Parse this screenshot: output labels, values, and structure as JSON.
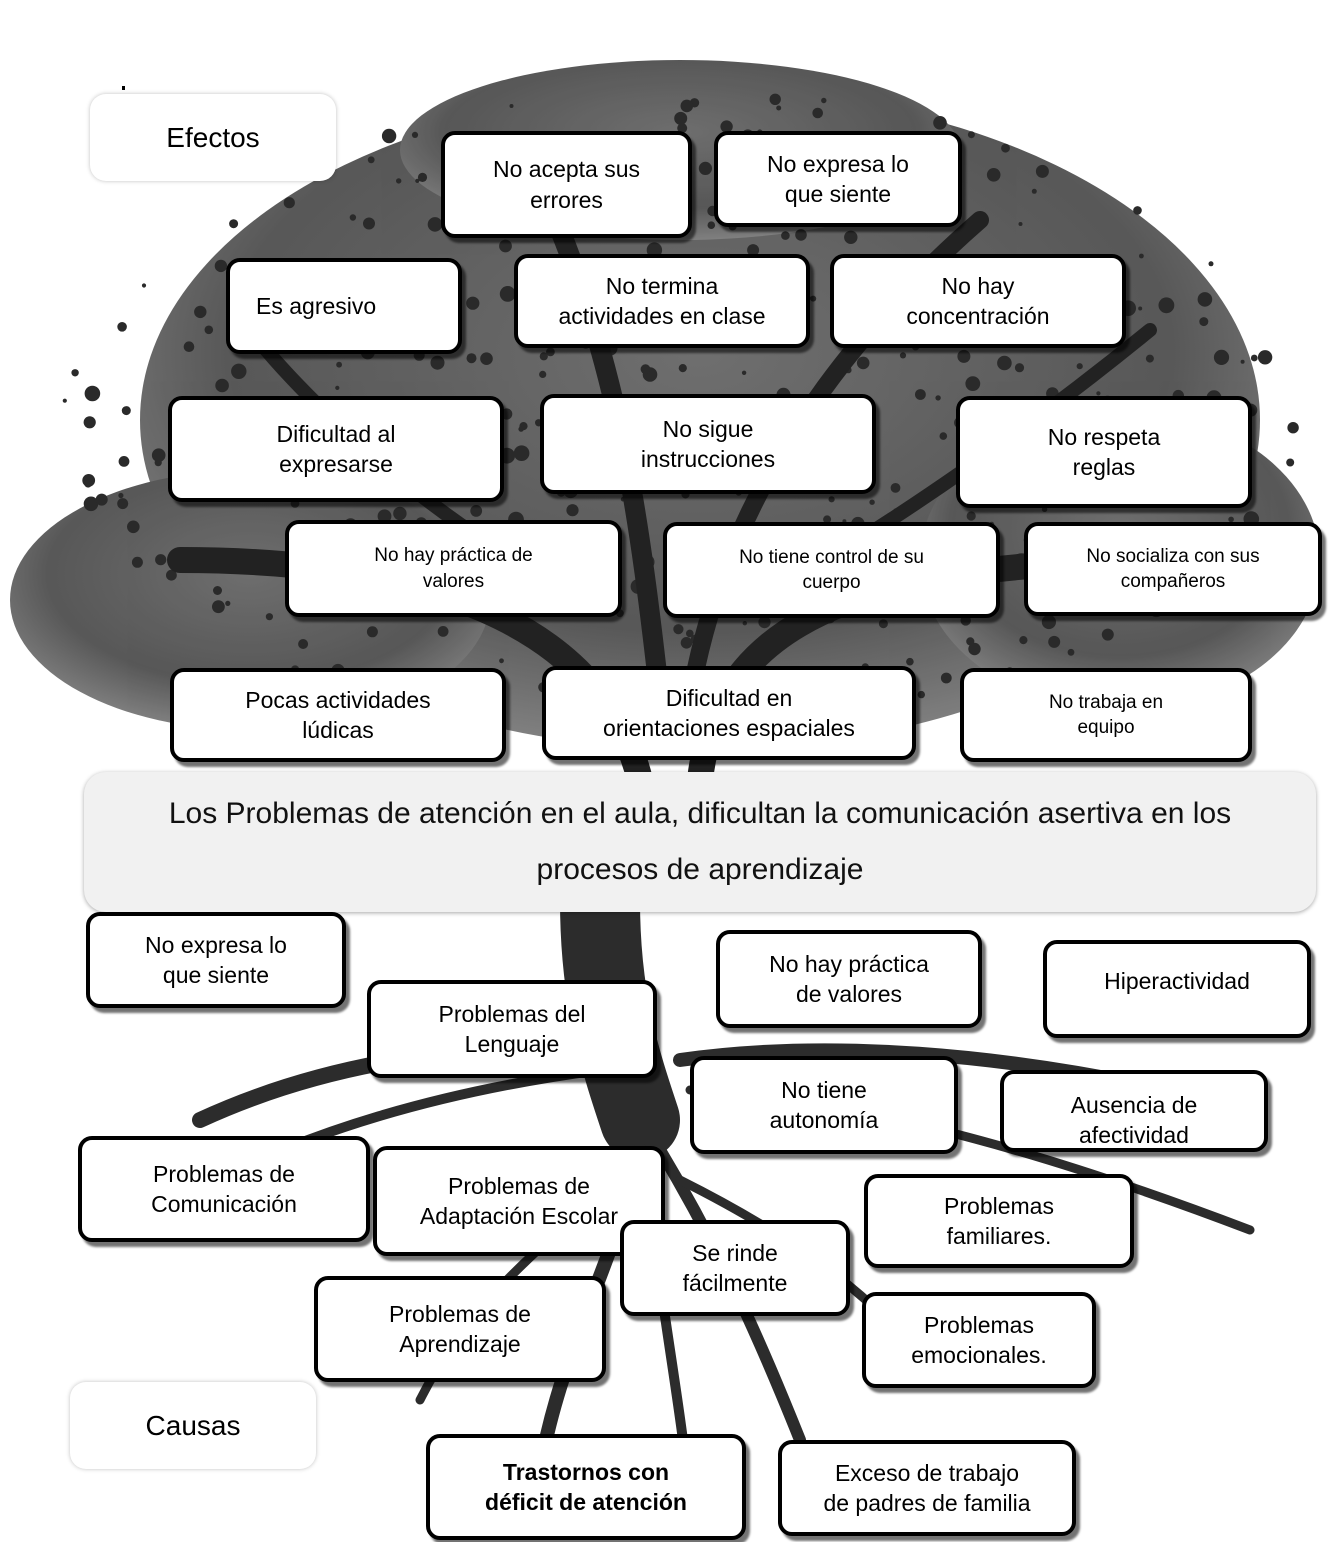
{
  "labels": {
    "effects": "Efectos",
    "causes": "Causas"
  },
  "central_problem": "Los Problemas  de atención en el  aula, dificultan la comunicación asertiva en los procesos  de aprendizaje",
  "effects": [
    "No acepta sus\nerrores",
    "No expresa lo\nque siente",
    "Es  agresivo",
    "No termina\nactividades en clase",
    "No hay\nconcentración",
    "Dificultad al\nexpresarse",
    "No sigue\ninstrucciones",
    "No respeta\nreglas",
    "No hay práctica de\nvalores",
    "No tiene control de su\ncuerpo",
    "No socializa con sus\ncompañeros",
    "Pocas actividades\nlúdicas",
    "Dificultad en\norientaciones  espaciales",
    "No trabaja en\nequipo"
  ],
  "causes": [
    "No expresa lo\nque siente",
    "Problemas del\nLenguaje",
    "No hay práctica\nde valores",
    "Hiperactividad",
    "No tiene\nautonomía",
    "Ausencia de\nafectividad",
    "Problemas de\nComunicación",
    "Problemas de\nAdaptación Escolar",
    "Se rinde\nfácilmente",
    "Problemas\nfamiliares.",
    "Problemas de\nAprendizaje",
    "Problemas\nemocionales.",
    "Trastornos con\ndéficit de atención",
    "Exceso de trabajo\nde padres de familia"
  ],
  "colors": {
    "foliage": "#3a3a3a",
    "trunk": "#2c2c2c",
    "box_border": "#000000",
    "problem_bg": "#f1f1f1"
  }
}
